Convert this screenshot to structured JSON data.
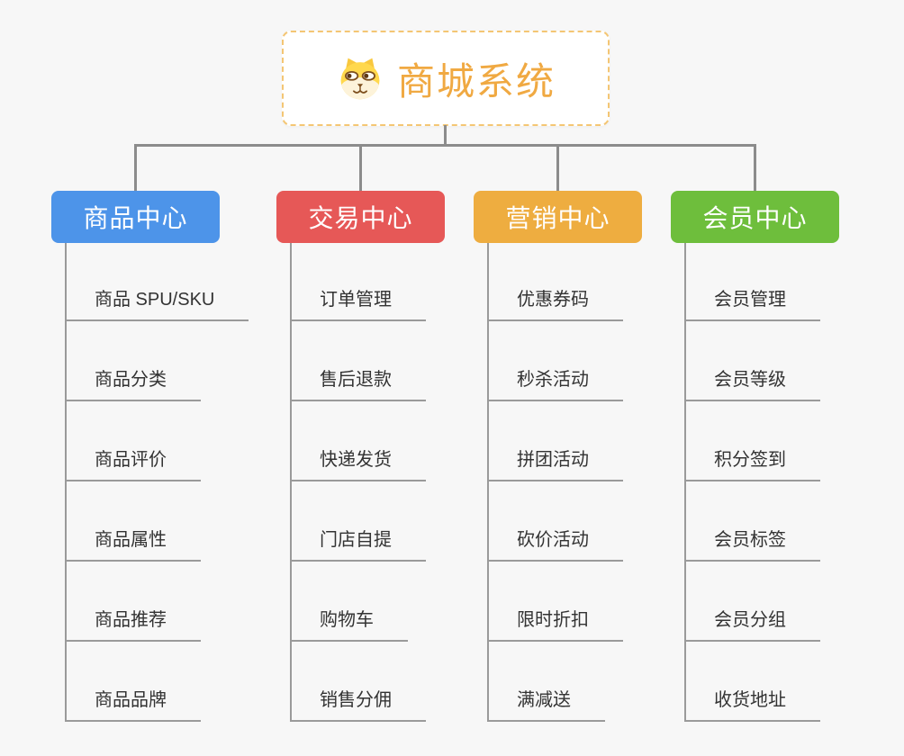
{
  "root": {
    "title": "商城系统",
    "icon": "dog-face-icon"
  },
  "colors": {
    "background": "#f7f7f7",
    "root_text": "#f0a942",
    "root_border": "#f4c674",
    "connector": "#8c8c8c",
    "leaf_line": "#9a9a9a",
    "leaf_text": "#333333",
    "branch_text": "#ffffff"
  },
  "branches": [
    {
      "id": "product",
      "label": "商品中心",
      "color": "#4d94e9",
      "items": [
        "商品 SPU/SKU",
        "商品分类",
        "商品评价",
        "商品属性",
        "商品推荐",
        "商品品牌"
      ]
    },
    {
      "id": "trade",
      "label": "交易中心",
      "color": "#e65857",
      "items": [
        "订单管理",
        "售后退款",
        "快递发货",
        "门店自提",
        "购物车",
        "销售分佣"
      ]
    },
    {
      "id": "marketing",
      "label": "营销中心",
      "color": "#eead40",
      "items": [
        "优惠券码",
        "秒杀活动",
        "拼团活动",
        "砍价活动",
        "限时折扣",
        "满减送"
      ]
    },
    {
      "id": "member",
      "label": "会员中心",
      "color": "#6ebe3c",
      "items": [
        "会员管理",
        "会员等级",
        "积分签到",
        "会员标签",
        "会员分组",
        "收货地址"
      ]
    }
  ]
}
